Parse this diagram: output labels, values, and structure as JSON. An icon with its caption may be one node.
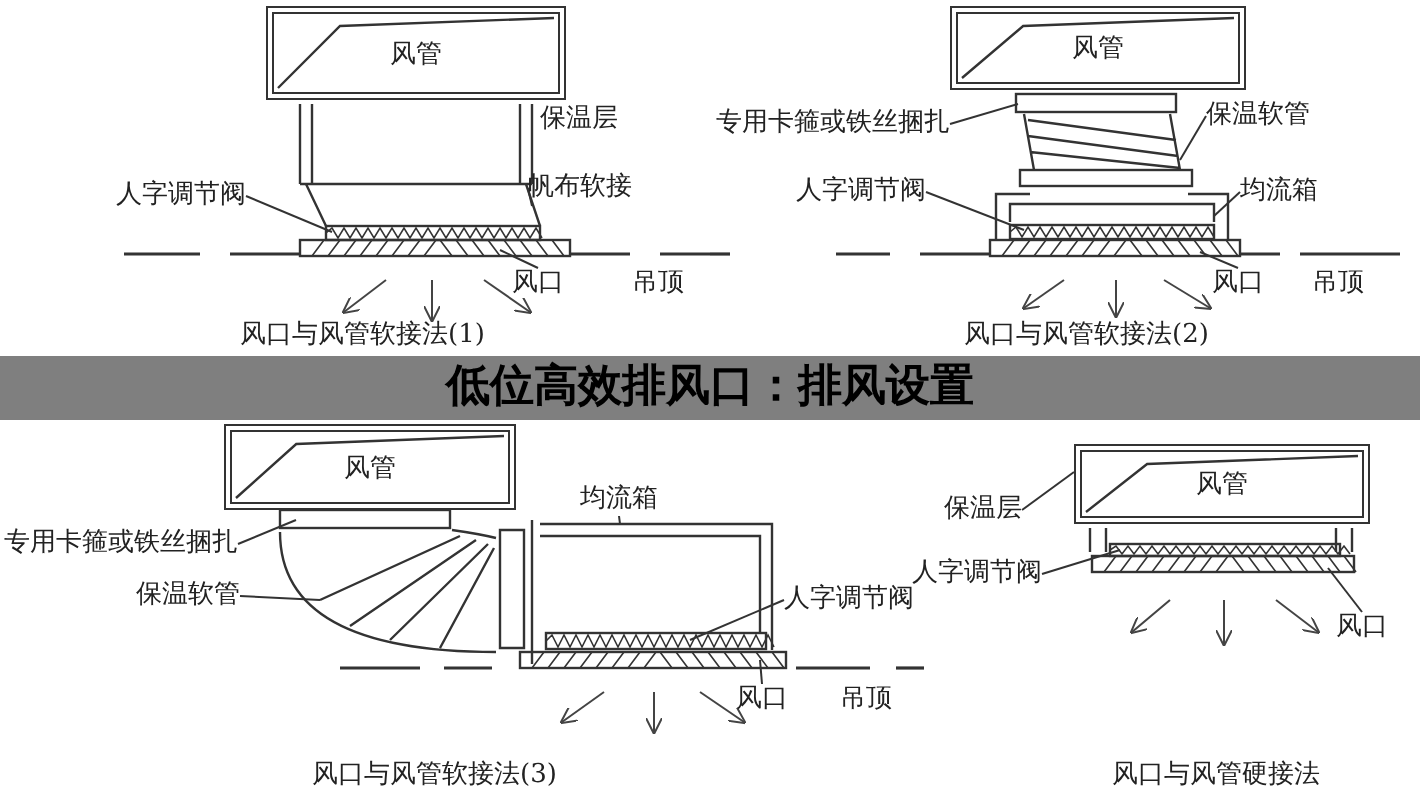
{
  "diagram": {
    "title": "低位高效排风口：排风设置",
    "nodes": [
      {
        "text": [
          "风管"
        ]
      },
      {
        "text": [
          "保温层"
        ]
      },
      {
        "text": [
          "人字调节阀"
        ]
      },
      {
        "text": [
          "帆布软接"
        ]
      },
      {
        "text": [
          "风口"
        ]
      },
      {
        "text": [
          "风管"
        ]
      },
      {
        "text": [
          "专用卡箍或铁丝捆扎"
        ]
      },
      {
        "text": [
          "保温软管"
        ]
      },
      {
        "text": [
          "人字调节阀"
        ]
      },
      {
        "text": [
          "均流箱"
        ]
      },
      {
        "text": [
          "风口"
        ]
      },
      {
        "text": [
          "风管"
        ]
      },
      {
        "text": [
          "专用卡箍或铁丝捆扎"
        ]
      },
      {
        "text": [
          "保温软管"
        ]
      },
      {
        "text": [
          "均流箱"
        ]
      },
      {
        "text": [
          "人字调节阀"
        ]
      },
      {
        "text": [
          "风口"
        ]
      },
      {
        "text": [
          "风管"
        ]
      },
      {
        "text": [
          "保温层"
        ]
      },
      {
        "text": [
          "人字调节阀"
        ]
      },
      {
        "text": [
          "风口"
        ]
      },
      {
        "text": [],
        "shape": "bar"
      },
      {
        "text": [],
        "shape": "picture"
      },
      {
        "text": [],
        "shape": "bar"
      },
      {
        "text": [],
        "shape": "bar"
      },
      {
        "text": [],
        "shape": "picture"
      },
      {
        "text": [],
        "shape": "picture"
      },
      {
        "text": [],
        "shape": "bar",
        "in": 26
      },
      {
        "text": [],
        "shape": "bar"
      },
      {
        "text": [],
        "shape": "bar"
      },
      {
        "text": [],
        "shape": "picture"
      },
      {
        "text": [],
        "shape": "picture"
      },
      {
        "text": [],
        "shape": "bar",
        "in": 31
      },
      {
        "text": [],
        "shape": "bar"
      },
      {
        "text": [],
        "shape": "bar"
      },
      {
        "text": [],
        "shape": "bar"
      }
    ],
    "edges": [
      {
        "from": 2,
        "to": 21,
        "arrow": "none"
      },
      {
        "from": 3,
        "to": 22,
        "arrow": "none"
      },
      {
        "from": 4,
        "to": 23,
        "arrow": "none"
      },
      {
        "from": 6,
        "to": 24,
        "arrow": "none"
      },
      {
        "from": 7,
        "to": 25,
        "arrow": "none"
      },
      {
        "from": 8,
        "to": 27,
        "arrow": "none"
      },
      {
        "from": 9,
        "to": 26,
        "arrow": "none"
      },
      {
        "from": 10,
        "to": 28,
        "arrow": "none"
      },
      {
        "from": 12,
        "to": 29,
        "arrow": "none"
      },
      {
        "from": 13,
        "to": 30,
        "arrow": "none"
      },
      {
        "from": 14,
        "to": 31,
        "arrow": "none"
      },
      {
        "from": 15,
        "to": 32,
        "arrow": "none"
      },
      {
        "from": 16,
        "to": 33,
        "arrow": "none"
      },
      {
        "from": 18,
        "to": 17,
        "arrow": "none"
      },
      {
        "from": 19,
        "to": 34,
        "arrow": "none"
      },
      {
        "from": 20,
        "to": 35,
        "arrow": "none"
      }
    ],
    "labels": [
      "吊顶",
      "吊顶",
      "风口与风管软接法(1)",
      "风口与风管软接法(2)",
      "吊顶",
      "风口与风管软接法(3)",
      "风口与风管硬接法"
    ]
  }
}
